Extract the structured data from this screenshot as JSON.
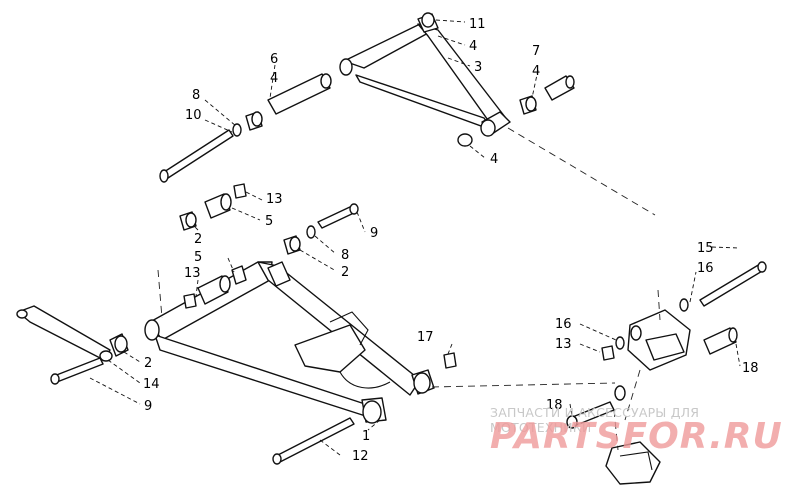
{
  "diagram": {
    "callouts": [
      "11",
      "4",
      "3",
      "6",
      "4",
      "7",
      "4",
      "8",
      "10",
      "4",
      "13",
      "5",
      "9",
      "2",
      "8",
      "5",
      "2",
      "13",
      "17",
      "2",
      "14",
      "9",
      "1",
      "12",
      "15",
      "16",
      "16",
      "13",
      "18",
      "18"
    ]
  },
  "watermark": {
    "subtitle": "ЗАПЧАСТИ И АКСЕССУАРЫ ДЛЯ МОТОТЕХНИКИ",
    "brand": "PARTSFOR.RU"
  },
  "colors": {
    "line": "#111111",
    "watermark_brand": "#ef9a9a",
    "watermark_subtitle": "#c8c8c8"
  }
}
